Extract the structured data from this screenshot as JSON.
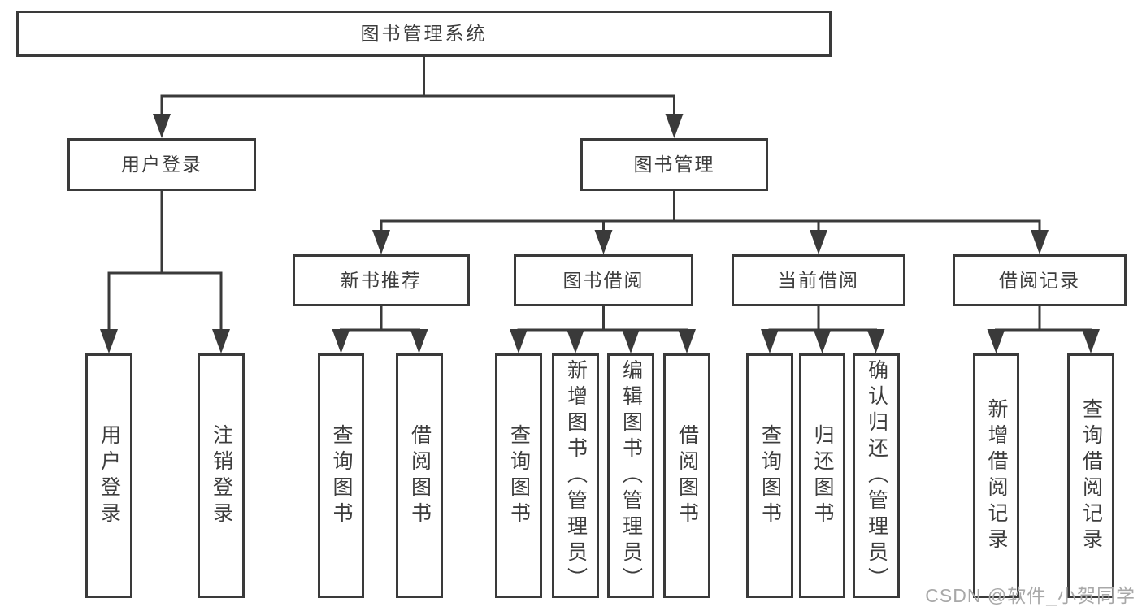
{
  "diagram": {
    "type": "hierarchy-tree",
    "root": {
      "label": "图书管理系统",
      "children": [
        {
          "label": "用户登录",
          "children": [
            {
              "label": "用户登录"
            },
            {
              "label": "注销登录"
            }
          ]
        },
        {
          "label": "图书管理",
          "children": [
            {
              "label": "新书推荐",
              "children": [
                {
                  "label": "查询图书"
                },
                {
                  "label": "借阅图书"
                }
              ]
            },
            {
              "label": "图书借阅",
              "children": [
                {
                  "label": "查询图书"
                },
                {
                  "label": "新增图书（管理员）"
                },
                {
                  "label": "编辑图书（管理员）"
                },
                {
                  "label": "借阅图书"
                }
              ]
            },
            {
              "label": "当前借阅",
              "children": [
                {
                  "label": "查询图书"
                },
                {
                  "label": "归还图书"
                },
                {
                  "label": "确认归还（管理员）"
                }
              ]
            },
            {
              "label": "借阅记录",
              "children": [
                {
                  "label": "新增借阅记录"
                },
                {
                  "label": "查询借阅记录"
                }
              ]
            }
          ]
        }
      ]
    },
    "colors": {
      "line": "#3a3a3a",
      "box_border": "#3a3a3a",
      "box_background": "#ffffff",
      "text": "#3d3d3d",
      "watermark": "#a8a8a8"
    }
  },
  "watermark": {
    "text": "CSDN @软件_小贺同学"
  }
}
